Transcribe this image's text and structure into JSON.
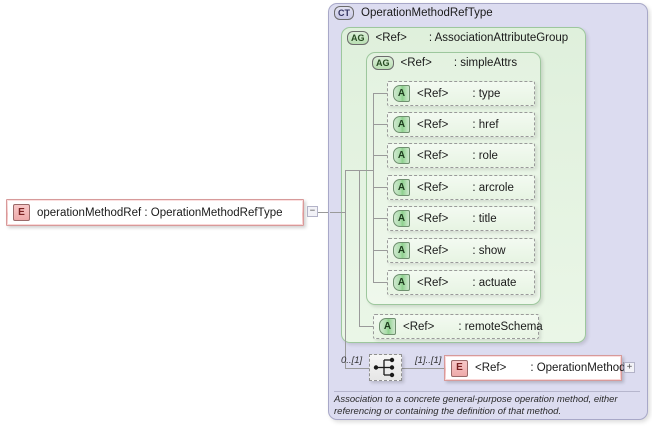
{
  "diagram": {
    "root_element": {
      "badge": "E",
      "badge_icon": "element-badge-icon",
      "name": "operationMethodRef",
      "separator": " : ",
      "type": "OperationMethodRefType",
      "label": "operationMethodRef : OperationMethodRefType",
      "collapse_toggle": "−"
    },
    "complex_type": {
      "badge": "CT",
      "name": "OperationMethodRefType"
    },
    "attribute_groups": [
      {
        "badge": "AG",
        "ref": "<Ref>",
        "separator": ": ",
        "name": "AssociationAttributeGroup",
        "label": ": AssociationAttributeGroup"
      },
      {
        "badge": "AG",
        "ref": "<Ref>",
        "separator": ": ",
        "name": "simpleAttrs",
        "label": ": simpleAttrs"
      }
    ],
    "simple_attrs": [
      {
        "badge": "A",
        "ref": "<Ref>",
        "name": ": type"
      },
      {
        "badge": "A",
        "ref": "<Ref>",
        "name": ": href"
      },
      {
        "badge": "A",
        "ref": "<Ref>",
        "name": ": role"
      },
      {
        "badge": "A",
        "ref": "<Ref>",
        "name": ": arcrole"
      },
      {
        "badge": "A",
        "ref": "<Ref>",
        "name": ": title"
      },
      {
        "badge": "A",
        "ref": "<Ref>",
        "name": ": show"
      },
      {
        "badge": "A",
        "ref": "<Ref>",
        "name": ": actuate"
      }
    ],
    "group_attrs": [
      {
        "badge": "A",
        "ref": "<Ref>",
        "name": ": remoteSchema"
      }
    ],
    "sequence": {
      "icon": "sequence-compositor-icon",
      "left_cardinality": "0..[1]",
      "right_cardinality": "[1]..[1]"
    },
    "child_element": {
      "badge": "E",
      "ref": "<Ref>",
      "separator": ": ",
      "name": "OperationMethod",
      "label": ": OperationMethod",
      "expand_toggle": "+"
    },
    "annotation": "Association to a concrete general-purpose operation method, either referencing or containing the definition of that method."
  },
  "colors": {
    "element_pink": "#f3bcbc",
    "complex_type_lavender": "#dcdcf0",
    "attribute_group_green": "#dff0dc",
    "attribute_green": "#8ed18e",
    "line_gray": "#9a9a9a"
  }
}
